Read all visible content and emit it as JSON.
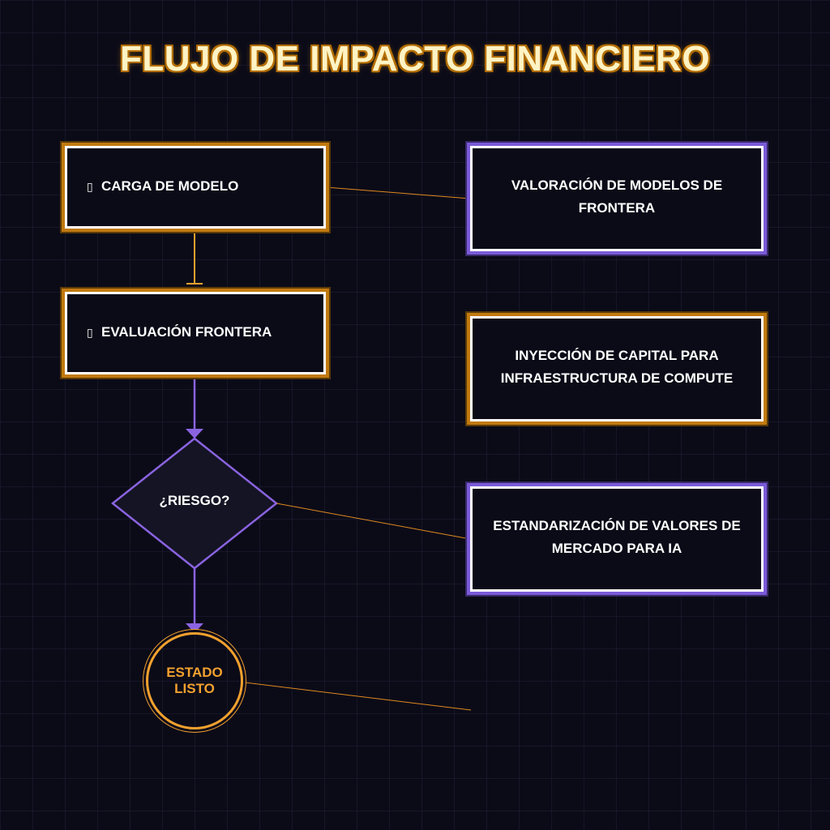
{
  "title": "FLUJO DE IMPACTO FINANCIERO",
  "colors": {
    "background": "#0b0b18",
    "orange": "#f2a12e",
    "orange_dark": "#c17a0f",
    "purple": "#8a63e0",
    "white": "#ffffff"
  },
  "flow": {
    "step1": {
      "label": "CARGA DE MODELO",
      "icon": "box-icon",
      "icon_glyph": "▯"
    },
    "step2": {
      "label": "EVALUACIÓN FRONTERA",
      "icon": "box-icon",
      "icon_glyph": "▯"
    },
    "decision": {
      "label": "¿RIESGO?"
    },
    "end": {
      "label": "ESTADO LISTO"
    }
  },
  "impacts": [
    {
      "label": "VALORACIÓN DE MODELOS DE FRONTERA",
      "accent": "purple"
    },
    {
      "label": "INYECCIÓN DE CAPITAL PARA INFRAESTRUCTURA DE COMPUTE",
      "accent": "orange"
    },
    {
      "label": "ESTANDARIZACIÓN DE VALORES DE MERCADO PARA IA",
      "accent": "purple"
    }
  ]
}
